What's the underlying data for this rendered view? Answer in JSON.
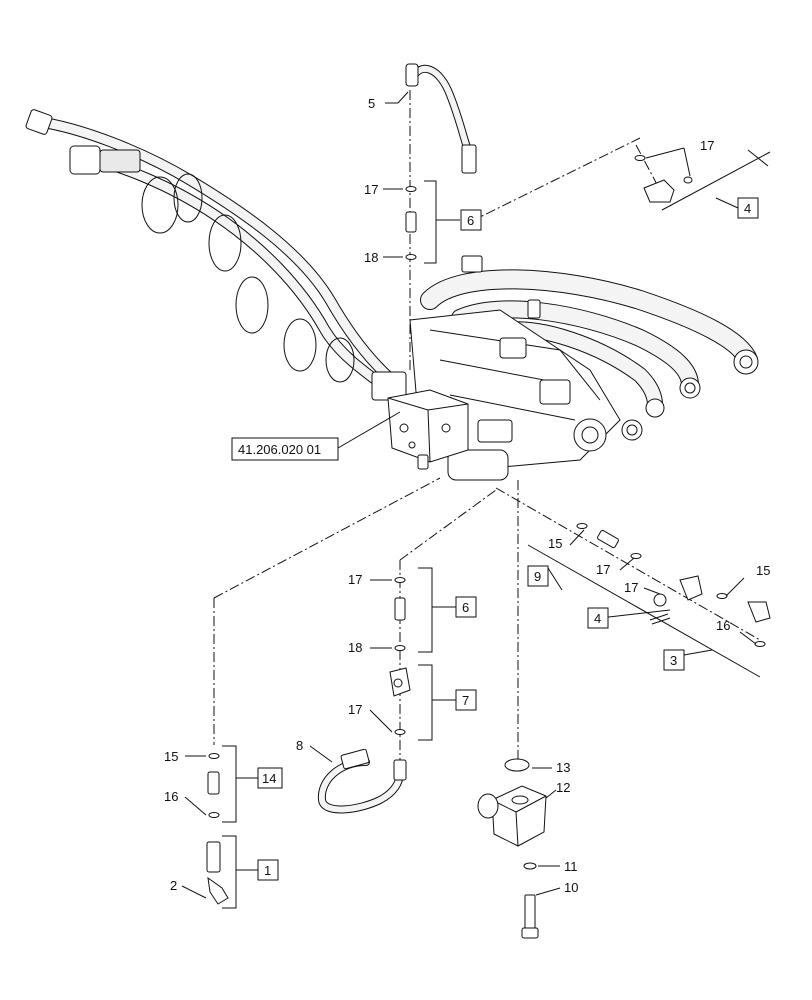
{
  "callouts": {
    "c5": "5",
    "c17a": "17",
    "c17b": "17",
    "c18a": "18",
    "c17c": "17",
    "c18b": "18",
    "c17d": "17",
    "c8": "8",
    "c15a": "15",
    "c16a": "16",
    "c2": "2",
    "c13": "13",
    "c12": "12",
    "c11": "11",
    "c10": "10",
    "c15b": "15",
    "c17e": "17",
    "c17f": "17",
    "c15c": "15",
    "c16b": "16"
  },
  "boxes": {
    "b4a": "4",
    "b6a": "6",
    "b6b": "6",
    "b7": "7",
    "b14": "14",
    "b1": "1",
    "b9": "9",
    "b4b": "4",
    "b3": "3"
  },
  "reference_label": "41.206.020 01"
}
